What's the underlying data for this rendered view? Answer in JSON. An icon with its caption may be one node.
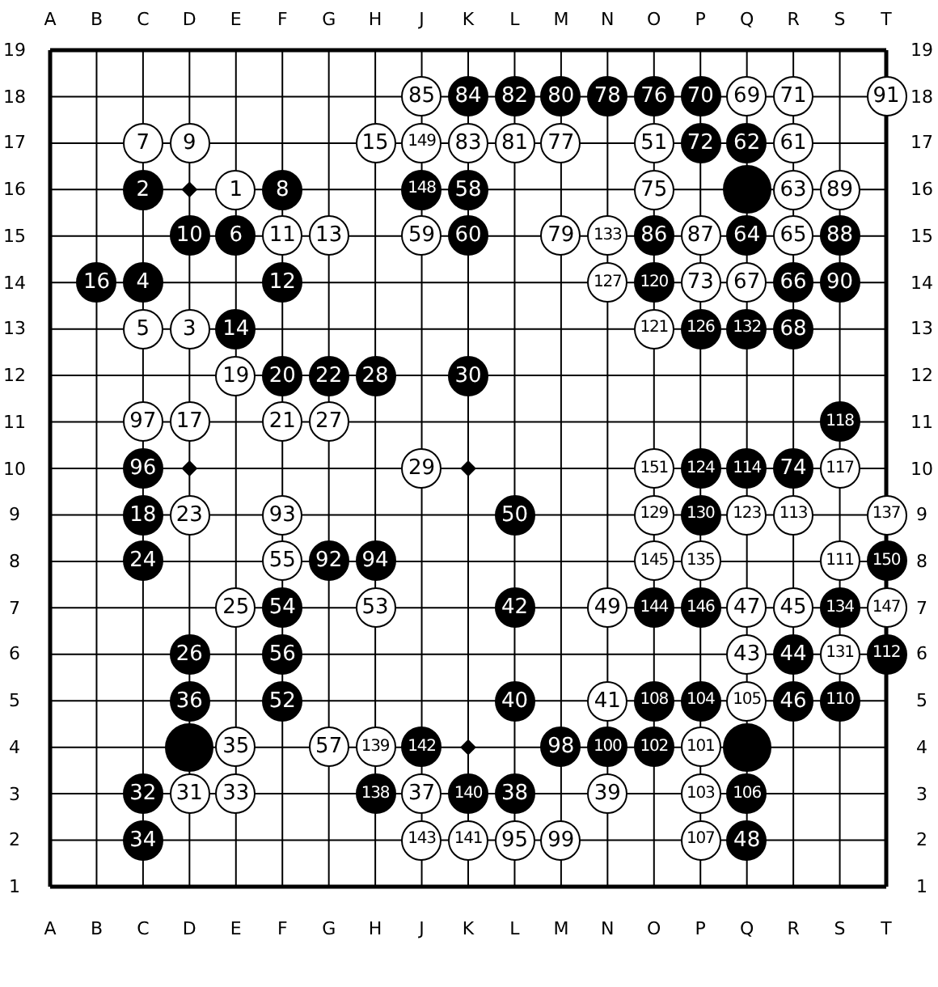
{
  "diagram": {
    "nodes": [
      {
        "text": [
          "85"
        ]
      },
      {
        "text": [
          "84"
        ]
      },
      {
        "text": [
          "82"
        ]
      },
      {
        "text": [
          "80"
        ]
      },
      {
        "text": [
          "78"
        ]
      },
      {
        "text": [
          "76"
        ]
      },
      {
        "text": [
          "70"
        ]
      },
      {
        "text": [
          "69"
        ]
      },
      {
        "text": [
          "71"
        ]
      },
      {
        "text": [
          "91"
        ]
      },
      {
        "text": [
          "7"
        ]
      },
      {
        "text": [
          "9"
        ]
      },
      {
        "text": [
          "15"
        ]
      },
      {
        "text": [
          "149"
        ]
      },
      {
        "text": [
          "83"
        ]
      },
      {
        "text": [
          "81"
        ]
      },
      {
        "text": [
          "77"
        ]
      },
      {
        "text": [
          "51"
        ]
      },
      {
        "text": [
          "72"
        ]
      },
      {
        "text": [
          "62"
        ]
      },
      {
        "text": [
          "61"
        ]
      },
      {
        "text": [
          "2"
        ]
      },
      {
        "text": [
          "1"
        ]
      },
      {
        "text": [
          "8"
        ]
      },
      {
        "text": [
          "148"
        ]
      },
      {
        "text": [
          "58"
        ]
      },
      {
        "text": [
          "75"
        ]
      },
      {
        "text": [],
        "shape": "circle"
      },
      {
        "text": [
          "63"
        ]
      },
      {
        "text": [
          "89"
        ]
      },
      {
        "text": [
          "10"
        ]
      },
      {
        "text": [
          "6"
        ]
      },
      {
        "text": [
          "11"
        ]
      },
      {
        "text": [
          "13"
        ]
      },
      {
        "text": [
          "59"
        ]
      },
      {
        "text": [
          "60"
        ]
      },
      {
        "text": [
          "79"
        ]
      },
      {
        "text": [
          "133"
        ]
      },
      {
        "text": [
          "86"
        ]
      },
      {
        "text": [
          "87"
        ]
      },
      {
        "text": [
          "64"
        ]
      },
      {
        "text": [
          "65"
        ]
      },
      {
        "text": [
          "88"
        ]
      },
      {
        "text": [
          "16"
        ]
      },
      {
        "text": [
          "4"
        ]
      },
      {
        "text": [
          "12"
        ]
      },
      {
        "text": [
          "127"
        ]
      },
      {
        "text": [
          "120"
        ]
      },
      {
        "text": [
          "73"
        ]
      },
      {
        "text": [
          "67"
        ]
      },
      {
        "text": [
          "66"
        ]
      },
      {
        "text": [
          "90"
        ]
      },
      {
        "text": [
          "5"
        ]
      },
      {
        "text": [
          "3"
        ]
      },
      {
        "text": [
          "14"
        ]
      },
      {
        "text": [
          "121"
        ]
      },
      {
        "text": [
          "126"
        ]
      },
      {
        "text": [
          "132"
        ]
      },
      {
        "text": [
          "68"
        ]
      },
      {
        "text": [
          "19"
        ]
      },
      {
        "text": [
          "20"
        ]
      },
      {
        "text": [
          "22"
        ]
      },
      {
        "text": [
          "28"
        ]
      },
      {
        "text": [
          "30"
        ]
      },
      {
        "text": [
          "97"
        ]
      },
      {
        "text": [
          "17"
        ]
      },
      {
        "text": [
          "21"
        ]
      },
      {
        "text": [
          "27"
        ]
      },
      {
        "text": [
          "118"
        ]
      },
      {
        "text": [
          "96"
        ]
      },
      {
        "text": [
          "29"
        ]
      },
      {
        "text": [
          "151"
        ]
      },
      {
        "text": [
          "124"
        ]
      },
      {
        "text": [
          "114"
        ]
      },
      {
        "text": [
          "74"
        ]
      },
      {
        "text": [
          "117"
        ]
      },
      {
        "text": [
          "18"
        ]
      },
      {
        "text": [
          "23"
        ]
      },
      {
        "text": [
          "93"
        ]
      },
      {
        "text": [
          "50"
        ]
      },
      {
        "text": [
          "129"
        ]
      },
      {
        "text": [
          "130"
        ]
      },
      {
        "text": [
          "123"
        ]
      },
      {
        "text": [
          "113"
        ]
      },
      {
        "text": [
          "137"
        ]
      },
      {
        "text": [
          "24"
        ]
      },
      {
        "text": [
          "55"
        ]
      },
      {
        "text": [
          "92"
        ]
      },
      {
        "text": [
          "94"
        ]
      },
      {
        "text": [
          "145"
        ]
      },
      {
        "text": [
          "135"
        ]
      },
      {
        "text": [
          "111"
        ]
      },
      {
        "text": [
          "150"
        ]
      },
      {
        "text": [
          "25"
        ]
      },
      {
        "text": [
          "54"
        ]
      },
      {
        "text": [
          "53"
        ]
      },
      {
        "text": [
          "42"
        ]
      },
      {
        "text": [
          "49"
        ]
      },
      {
        "text": [
          "144"
        ]
      },
      {
        "text": [
          "146"
        ]
      },
      {
        "text": [
          "47"
        ]
      },
      {
        "text": [
          "45"
        ]
      },
      {
        "text": [
          "134"
        ]
      },
      {
        "text": [
          "147"
        ]
      },
      {
        "text": [
          "26"
        ]
      },
      {
        "text": [
          "56"
        ]
      },
      {
        "text": [
          "43"
        ]
      },
      {
        "text": [
          "44"
        ]
      },
      {
        "text": [
          "131"
        ]
      },
      {
        "text": [
          "112"
        ]
      },
      {
        "text": [
          "36"
        ]
      },
      {
        "text": [
          "52"
        ]
      },
      {
        "text": [
          "40"
        ]
      },
      {
        "text": [
          "41"
        ]
      },
      {
        "text": [
          "108"
        ]
      },
      {
        "text": [
          "104"
        ]
      },
      {
        "text": [
          "105"
        ]
      },
      {
        "text": [
          "46"
        ]
      },
      {
        "text": [
          "110"
        ]
      },
      {
        "text": [],
        "shape": "circle"
      },
      {
        "text": [
          "35"
        ]
      },
      {
        "text": [
          "57"
        ]
      },
      {
        "text": [
          "139"
        ]
      },
      {
        "text": [
          "142"
        ]
      },
      {
        "text": [
          "98"
        ]
      },
      {
        "text": [
          "100"
        ]
      },
      {
        "text": [
          "102"
        ]
      },
      {
        "text": [
          "101"
        ]
      },
      {
        "text": [],
        "shape": "circle"
      },
      {
        "text": [
          "32"
        ]
      },
      {
        "text": [
          "31"
        ]
      },
      {
        "text": [
          "33"
        ]
      },
      {
        "text": [
          "138"
        ]
      },
      {
        "text": [
          "37"
        ]
      },
      {
        "text": [
          "140"
        ]
      },
      {
        "text": [
          "38"
        ]
      },
      {
        "text": [
          "39"
        ]
      },
      {
        "text": [
          "103"
        ]
      },
      {
        "text": [
          "106"
        ]
      },
      {
        "text": [
          "34"
        ]
      },
      {
        "text": [
          "143"
        ]
      },
      {
        "text": [
          "141"
        ]
      },
      {
        "text": [
          "95"
        ]
      },
      {
        "text": [
          "99"
        ]
      },
      {
        "text": [
          "107"
        ]
      },
      {
        "text": [
          "48"
        ]
      }
    ],
    "labels": [
      "A",
      "B",
      "C",
      "D",
      "E",
      "F",
      "G",
      "H",
      "J",
      "K",
      "L",
      "M",
      "N",
      "O",
      "P",
      "Q",
      "R",
      "S",
      "T",
      "19",
      "19",
      "18",
      "18",
      "17",
      "17",
      "16",
      "16",
      "15",
      "15",
      "14",
      "14",
      "13",
      "13",
      "12",
      "12",
      "11",
      "11",
      "10",
      "10",
      "9",
      "9",
      "8",
      "8",
      "7",
      "7",
      "6",
      "6",
      "5",
      "5",
      "4",
      "4",
      "3",
      "3",
      "2",
      "2",
      "1",
      "1",
      "A",
      "B",
      "C",
      "D",
      "E",
      "F",
      "G",
      "H",
      "J",
      "K",
      "L",
      "M",
      "N",
      "O",
      "P",
      "Q",
      "R",
      "S",
      "T"
    ]
  }
}
